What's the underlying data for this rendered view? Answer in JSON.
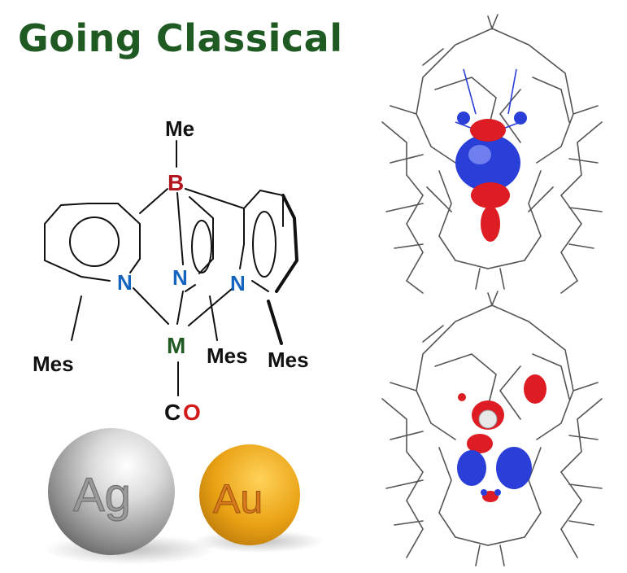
{
  "title": "Going Classical",
  "colors": {
    "title": "#1f5a23",
    "boron": "#b4141e",
    "nitrogen": "#1565c0",
    "metal": "#1f5a23",
    "oxygen": "#d11a1a",
    "bond": "#111111",
    "orbital_pos": "#2a3fd8",
    "orbital_neg": "#dd1c24",
    "silver": "#bdbdbd",
    "gold": "#e8a41c"
  },
  "structure": {
    "methyl": "Me",
    "boron": "B",
    "nitrogen": "N",
    "metal": "M",
    "carbonyl_c": "C",
    "carbonyl_o": "O",
    "mesityl": "Mes"
  },
  "elements": {
    "silver": "Ag",
    "gold": "Au"
  },
  "orbital_icons": [
    "orbital-top-icon",
    "orbital-bottom-icon"
  ]
}
